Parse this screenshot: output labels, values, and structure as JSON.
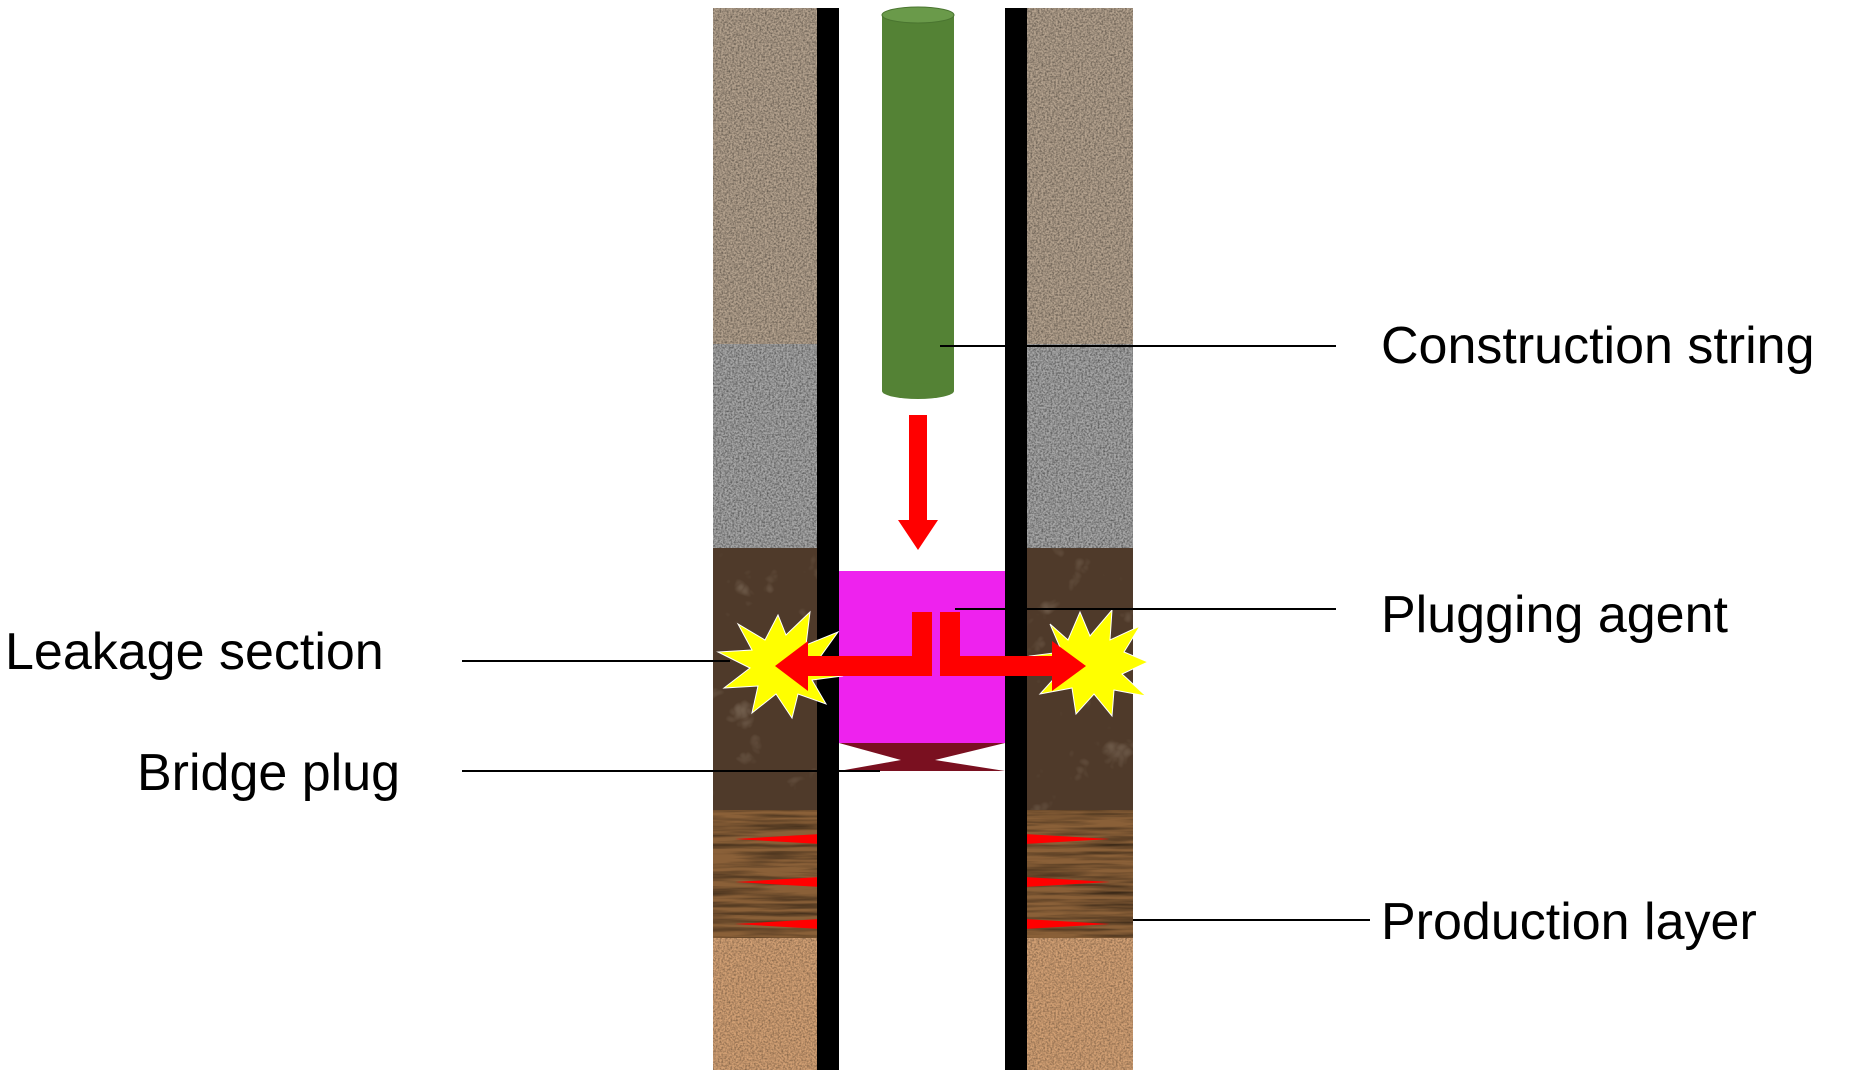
{
  "labels": {
    "construction_string": "Construction string",
    "plugging_agent": "Plugging agent",
    "leakage_section": "Leakage section",
    "bridge_plug": "Bridge plug",
    "production_layer": "Production layer"
  },
  "colors": {
    "string_green": "#548235",
    "string_top": "#6a9a4a",
    "arrow_red": "#ff0000",
    "plug_magenta": "#ee22ee",
    "bridge_plug": "#7a1020",
    "casing": "#000000",
    "burst_yellow": "#ffff00",
    "layer_1": "#b4a28e",
    "layer_2": "#a7a7a7",
    "layer_3": "#4f3a2a",
    "layer_4": "#8a6038",
    "layer_5": "#d2a074"
  }
}
